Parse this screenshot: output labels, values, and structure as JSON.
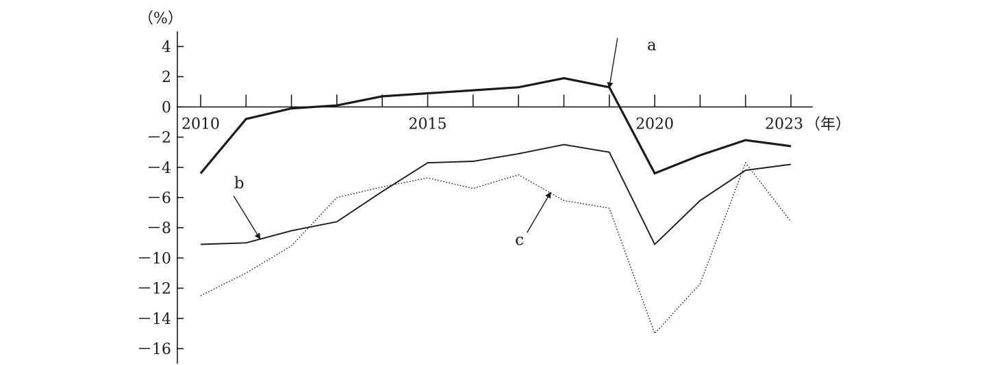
{
  "chart_data": {
    "type": "line",
    "y_unit_label": "（%）",
    "x_unit_label": "（年）",
    "x_tick_labels": [
      "2010",
      "2015",
      "2020",
      "2023"
    ],
    "x_ticks": [
      2010,
      2011,
      2012,
      2013,
      2014,
      2015,
      2016,
      2017,
      2018,
      2019,
      2020,
      2021,
      2022,
      2023
    ],
    "y_tick_labels": [
      "4",
      "2",
      "0",
      "－2",
      "－4",
      "－6",
      "－8",
      "－10",
      "－12",
      "－14",
      "－16"
    ],
    "y_ticks": [
      4,
      2,
      0,
      -2,
      -4,
      -6,
      -8,
      -10,
      -12,
      -14,
      -16
    ],
    "xlim": [
      2010,
      2023
    ],
    "ylim": [
      -16,
      4
    ],
    "grid": false,
    "x": [
      2010,
      2011,
      2012,
      2013,
      2014,
      2015,
      2016,
      2017,
      2018,
      2019,
      2020,
      2021,
      2022,
      2023
    ],
    "series": [
      {
        "name": "a",
        "style": "bold",
        "color": "#1a1a1a",
        "values": [
          -4.4,
          -0.8,
          -0.1,
          0.1,
          0.7,
          0.9,
          1.1,
          1.3,
          1.9,
          1.3,
          -4.4,
          -3.2,
          -2.2,
          -2.6
        ]
      },
      {
        "name": "b",
        "style": "solid",
        "color": "#1a1a1a",
        "values": [
          -9.1,
          -9.0,
          -8.2,
          -7.6,
          -5.6,
          -3.7,
          -3.6,
          -3.1,
          -2.5,
          -3.0,
          -9.1,
          -6.2,
          -4.2,
          -3.8
        ]
      },
      {
        "name": "c",
        "style": "dotted",
        "color": "#1a1a1a",
        "values": [
          -12.5,
          -11.0,
          -9.2,
          -6.0,
          -5.3,
          -4.7,
          -5.4,
          -4.5,
          -6.2,
          -6.7,
          -15.0,
          -11.7,
          -3.7,
          -7.6
        ]
      }
    ],
    "annotations": [
      {
        "text": "a",
        "series": "a",
        "point_x": 2019,
        "point_y": 1.3
      },
      {
        "text": "b",
        "series": "b",
        "point_x": 2011.3,
        "point_y": -8.7
      },
      {
        "text": "c",
        "series": "c",
        "point_x": 2017.7,
        "point_y": -5.7
      }
    ]
  }
}
